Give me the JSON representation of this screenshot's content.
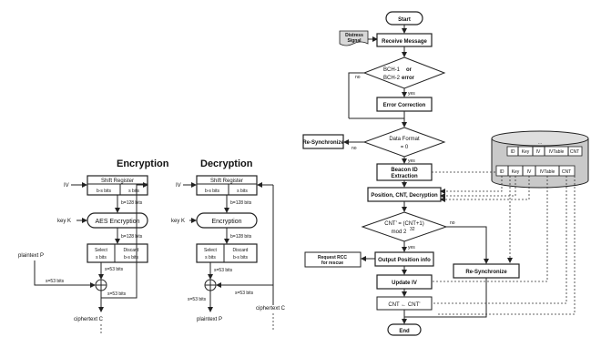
{
  "encryption": {
    "title": "Encryption",
    "iv": "IV",
    "shift_register": "Shift Register",
    "bits_bs": "b-s bits",
    "bits_s": "s bits",
    "b128_top": "b=128 bits",
    "key": "key K",
    "aes": "AES Encryption",
    "b128_bottom": "b=128 bits",
    "select": "Select",
    "select_bits": "s bits",
    "discard": "Discard",
    "discard_bits": "b-s bits",
    "s53_a": "s=53 bits",
    "plaintext": "plaintext P",
    "s53_b": "s=53 bits",
    "s53_c": "s=53 bits",
    "ciphertext": "ciphertext C"
  },
  "decryption": {
    "title": "Decryption",
    "iv": "IV",
    "shift_register": "Shift Register",
    "bits_bs": "b-s bits",
    "bits_s": "s bits",
    "b128_top": "b=128 bits",
    "key": "key K",
    "enc": "Encryption",
    "b128_bottom": "b=128 bits",
    "select": "Select",
    "select_bits": "s bits",
    "discard": "Discard",
    "discard_bits": "b-s bits",
    "s53_a": "s=53 bits",
    "s53_b": "s=53 bits",
    "s53_c": "s=53 bits",
    "plaintext": "plaintext P",
    "ciphertext": "ciphertext C"
  },
  "flow": {
    "start": "Start",
    "distress_1": "Distress",
    "distress_2": "Signal",
    "receive": "Receive Message",
    "bch_1": "BCH-1",
    "bch_or": "or",
    "bch_2": "BCH-2",
    "bch_err": "error",
    "no1": "no",
    "yes1": "yes",
    "error_correction": "Error Correction",
    "resync1": "Re-Synchronize",
    "df_1": "Data Format",
    "df_2": "= 0",
    "no2": "no",
    "yes2": "yes",
    "beacon_1": "Beacon ID",
    "beacon_2": "Extraction",
    "position": "Position, CNT, Decryption",
    "cnt_1": "CNT’ = (CNT+1)",
    "cnt_2": "mod 2",
    "cnt_exp": "32",
    "no3": "no",
    "yes3": "yes",
    "output": "Output Position info",
    "rcc_1": "Request RCC",
    "rcc_2": "for rescue",
    "update": "Update IV",
    "resync2": "Re-Synchronize",
    "cnt_assign": "CNT ← CNT’",
    "end": "End",
    "db_cols": [
      "ID",
      "Key",
      "IV",
      "IVTable",
      "CNT"
    ]
  }
}
